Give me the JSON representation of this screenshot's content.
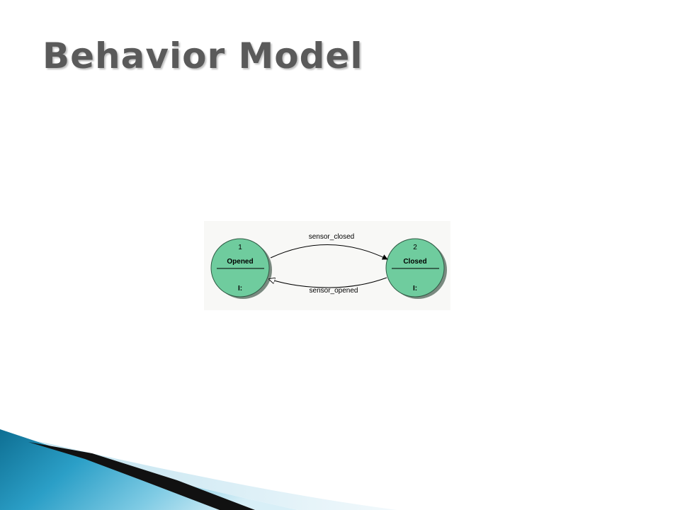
{
  "slide": {
    "title": "Behavior Model"
  },
  "diagram": {
    "states": [
      {
        "number": "1",
        "name": "Opened",
        "invariant": "I:"
      },
      {
        "number": "2",
        "name": "Closed",
        "invariant": "I:"
      }
    ],
    "transitions": [
      {
        "label": "sensor_closed",
        "from": "1",
        "to": "2"
      },
      {
        "label": "sensor_opened",
        "from": "2",
        "to": "1"
      }
    ],
    "colors": {
      "state_fill": "#6fcc9e",
      "state_shadow": "#7a8a80",
      "state_stroke": "#2f5a44",
      "arrow": "#000000"
    }
  }
}
